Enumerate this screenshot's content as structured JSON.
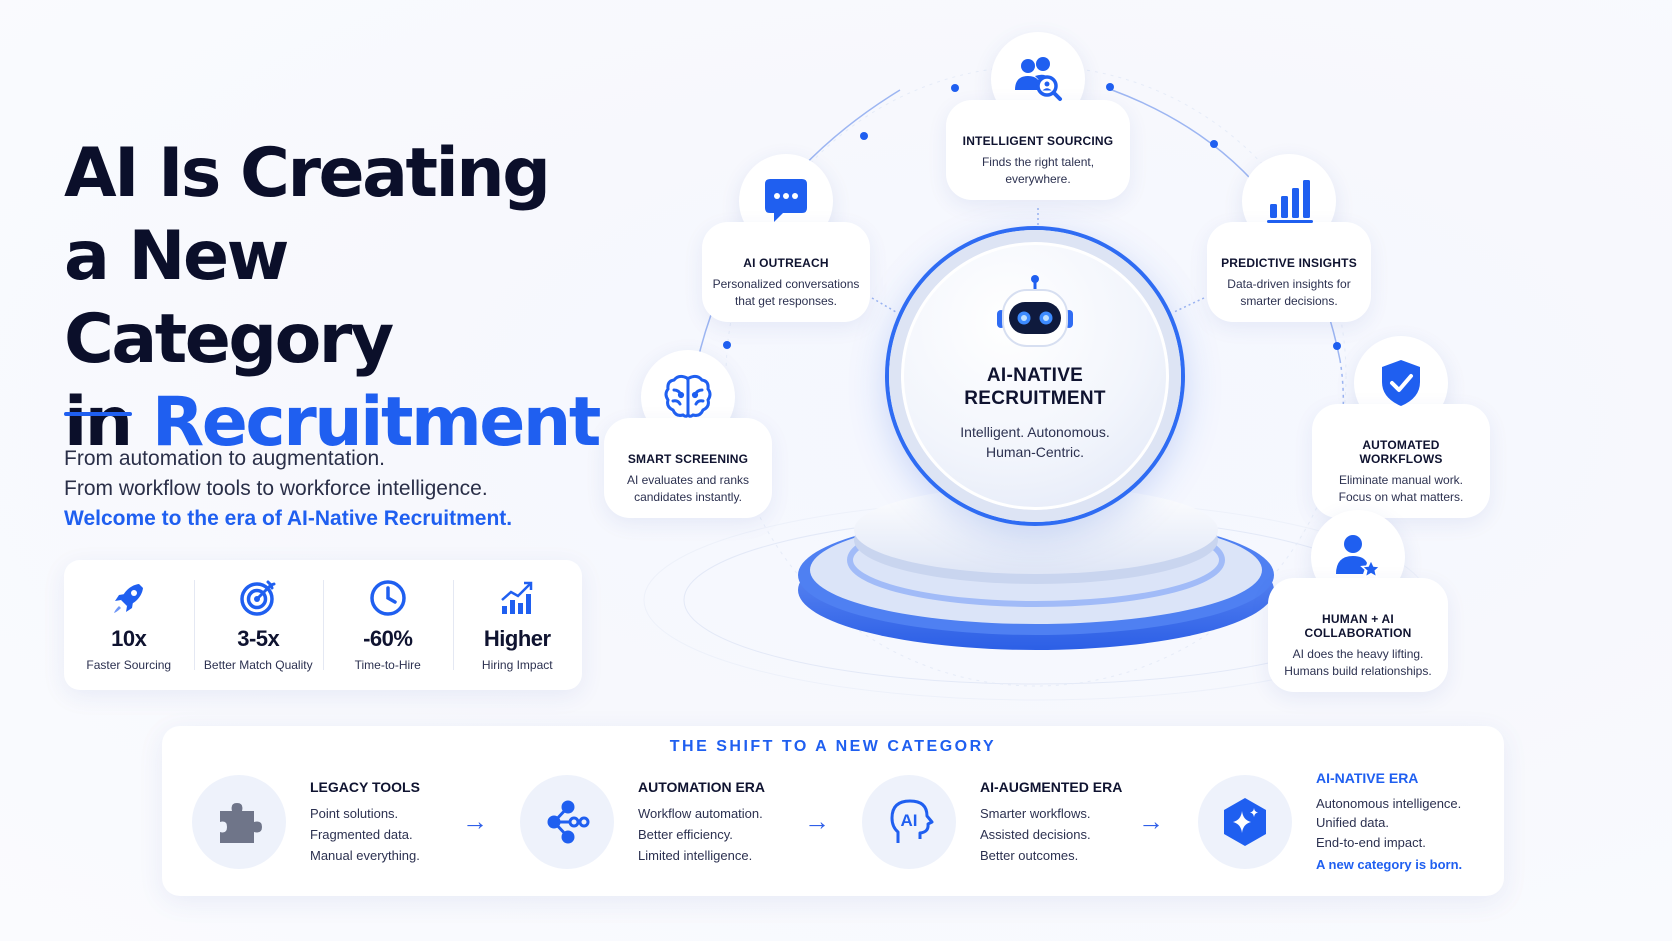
{
  "hero": {
    "title_line1": "AI Is Creating",
    "title_line2": "a New Category",
    "title_line3_prefix": "in ",
    "title_line3_accent": "Recruitment",
    "sub_line1": "From automation to augmentation.",
    "sub_line2": "From workflow tools to workforce intelligence.",
    "sub_line3": "Welcome to the era of AI-Native Recruitment."
  },
  "stats": [
    {
      "icon": "rocket-icon",
      "value": "10x",
      "label": "Faster Sourcing"
    },
    {
      "icon": "target-icon",
      "value": "3-5x",
      "label": "Better Match Quality"
    },
    {
      "icon": "clock-icon",
      "value": "-60%",
      "label": "Time-to-Hire"
    },
    {
      "icon": "growth-chart-icon",
      "value": "Higher",
      "label": "Hiring Impact"
    }
  ],
  "hub": {
    "icon": "robot-icon",
    "title_line1": "AI-NATIVE",
    "title_line2": "RECRUITMENT",
    "tagline_line1": "Intelligent. Autonomous.",
    "tagline_line2": "Human-Centric."
  },
  "capabilities": [
    {
      "icon": "people-search-icon",
      "title": "INTELLIGENT SOURCING",
      "desc_line1": "Finds the right talent,",
      "desc_line2": "everywhere."
    },
    {
      "icon": "chat-bubble-icon",
      "title": "AI OUTREACH",
      "desc_line1": "Personalized conversations",
      "desc_line2": "that get responses."
    },
    {
      "icon": "bar-chart-icon",
      "title": "PREDICTIVE INSIGHTS",
      "desc_line1": "Data-driven insights for",
      "desc_line2": "smarter decisions."
    },
    {
      "icon": "brain-icon",
      "title": "SMART SCREENING",
      "desc_line1": "AI evaluates and ranks",
      "desc_line2": "candidates instantly."
    },
    {
      "icon": "shield-check-icon",
      "title": "AUTOMATED WORKFLOWS",
      "desc_line1": "Eliminate manual work.",
      "desc_line2": "Focus on what matters."
    },
    {
      "icon": "person-star-icon",
      "title": "HUMAN + AI COLLABORATION",
      "desc_line1": "AI does the heavy lifting.",
      "desc_line2": "Humans build relationships."
    }
  ],
  "shift": {
    "title": "THE SHIFT TO A NEW CATEGORY",
    "arrow": "→",
    "stages": [
      {
        "icon": "puzzle-icon",
        "title": "LEGACY TOOLS",
        "line1": "Point solutions.",
        "line2": "Fragmented data.",
        "line3": "Manual everything."
      },
      {
        "icon": "workflow-nodes-icon",
        "title": "AUTOMATION ERA",
        "line1": "Workflow automation.",
        "line2": "Better efficiency.",
        "line3": "Limited intelligence."
      },
      {
        "icon": "ai-head-icon",
        "icon_text": "AI",
        "title": "AI-AUGMENTED ERA",
        "line1": "Smarter workflows.",
        "line2": "Assisted decisions.",
        "line3": "Better outcomes."
      },
      {
        "icon": "hexagon-sparkle-icon",
        "title": "AI-NATIVE ERA",
        "line1": "Autonomous intelligence.",
        "line2": "Unified data.",
        "line3": "End-to-end impact.",
        "highlight": "A new category is born."
      }
    ]
  },
  "colors": {
    "accent": "#1f5ff0",
    "text": "#0f1330",
    "muted": "#2c3150",
    "card": "#ffffff"
  }
}
